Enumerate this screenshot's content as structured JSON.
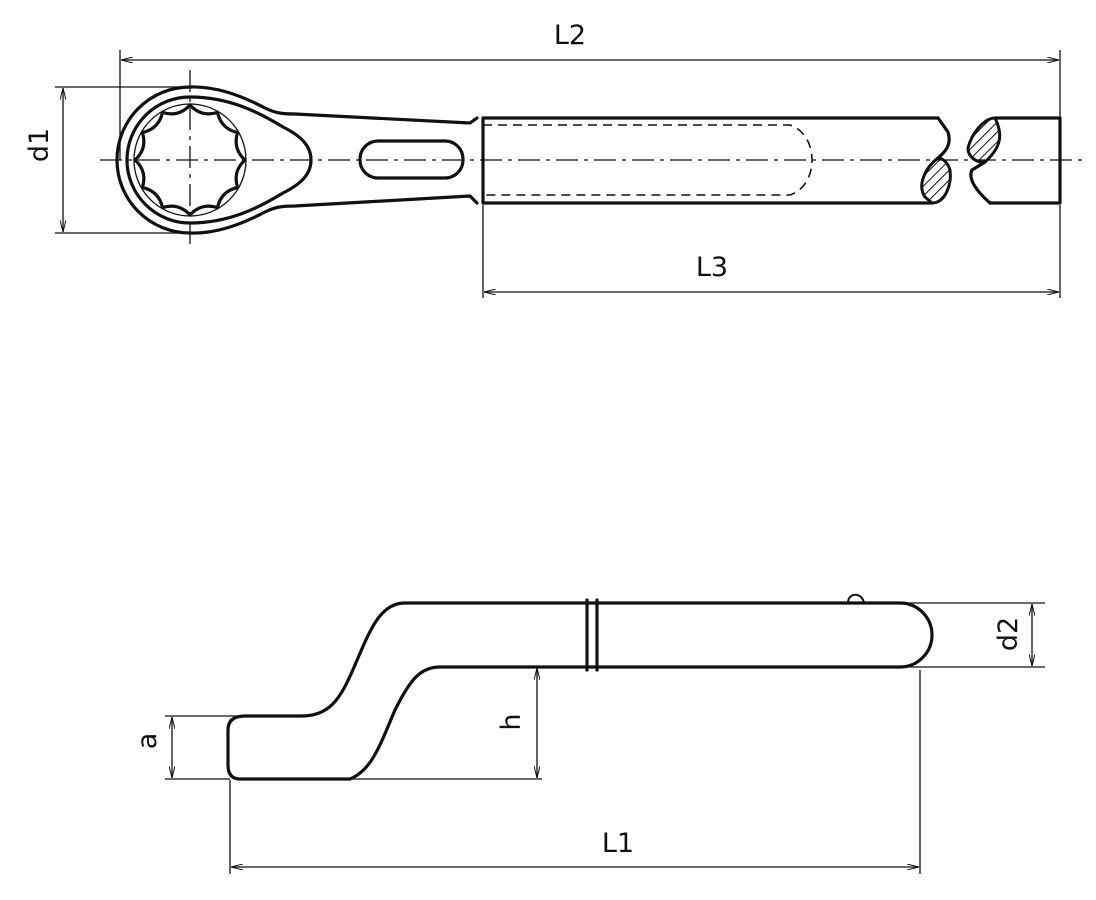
{
  "title": "Offset ring spanner (slogging type) technical drawing",
  "dimensions": {
    "L2": "L2",
    "L3": "L3",
    "d1": "d1",
    "L1": "L1",
    "d2": "d2",
    "h": "h",
    "a": "a"
  }
}
